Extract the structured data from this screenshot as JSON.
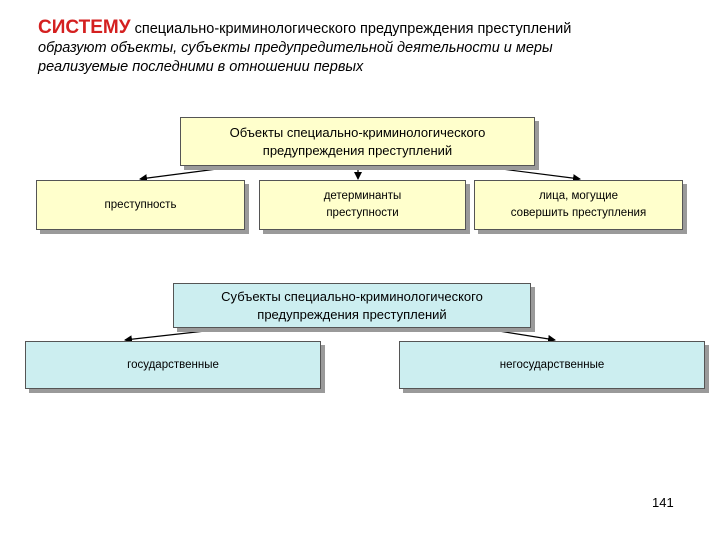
{
  "title": {
    "accent": "СИСТЕМУ",
    "line1_rest": " специально-криминологического предупреждения преступлений",
    "line2": "образуют объекты, субъекты предупредительной деятельности и меры",
    "line3": "реализуемые последними в отношении первых"
  },
  "objects": {
    "head": [
      "Объекты специально-криминологического",
      "предупреждения преступлений"
    ],
    "items": [
      [
        "преступность"
      ],
      [
        "детерминанты",
        "преступности"
      ],
      [
        "лица, могущие",
        "совершить преступления"
      ]
    ]
  },
  "subjects": {
    "head": [
      "Субъекты специально-криминологического",
      "предупреждения преступлений"
    ],
    "items": [
      [
        "государственные"
      ],
      [
        "негосударственные"
      ]
    ]
  },
  "page_number": "141",
  "colors": {
    "accent": "#d42020",
    "object_fill": "#ffffcc",
    "subject_fill": "#cceef0"
  }
}
